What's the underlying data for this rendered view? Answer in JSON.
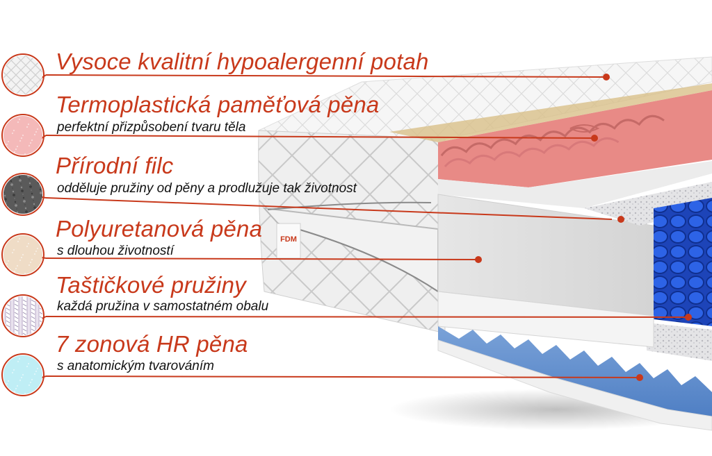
{
  "layers": [
    {
      "title": "Vysoce kvalitní hypoalergenní potah",
      "subtitle": "",
      "swatch_color": "#f3f3f3",
      "swatch_pattern": "quilted"
    },
    {
      "title": "Termoplastická paměťová pěna",
      "subtitle": "perfektní přizpůsobení tvaru těla",
      "swatch_color": "#f4b9b9",
      "swatch_pattern": "foam"
    },
    {
      "title": "Přírodní filc",
      "subtitle": "odděluje pružiny od pěny a prodlužuje tak životnost",
      "swatch_color": "#5a5a5a",
      "swatch_pattern": "felt"
    },
    {
      "title": "Polyuretanová pěna",
      "subtitle": "s dlouhou životností",
      "swatch_color": "#efdcc6",
      "swatch_pattern": "foam"
    },
    {
      "title": "Taštičkové pružiny",
      "subtitle": "každá pružina v samostatném obalu",
      "swatch_color": "#e9e2ee",
      "swatch_pattern": "springs"
    },
    {
      "title": "7 zonová HR pěna",
      "subtitle": "s anatomickým tvarováním",
      "swatch_color": "#bfeef5",
      "swatch_pattern": "foam"
    }
  ],
  "brand_label": "FDM",
  "colors": {
    "accent": "#c8391b",
    "memory_foam": "#e88a86",
    "spring_pocket": "#1e4fc8",
    "hr_foam": "#6f97d0",
    "cover": "#eeeeee"
  }
}
